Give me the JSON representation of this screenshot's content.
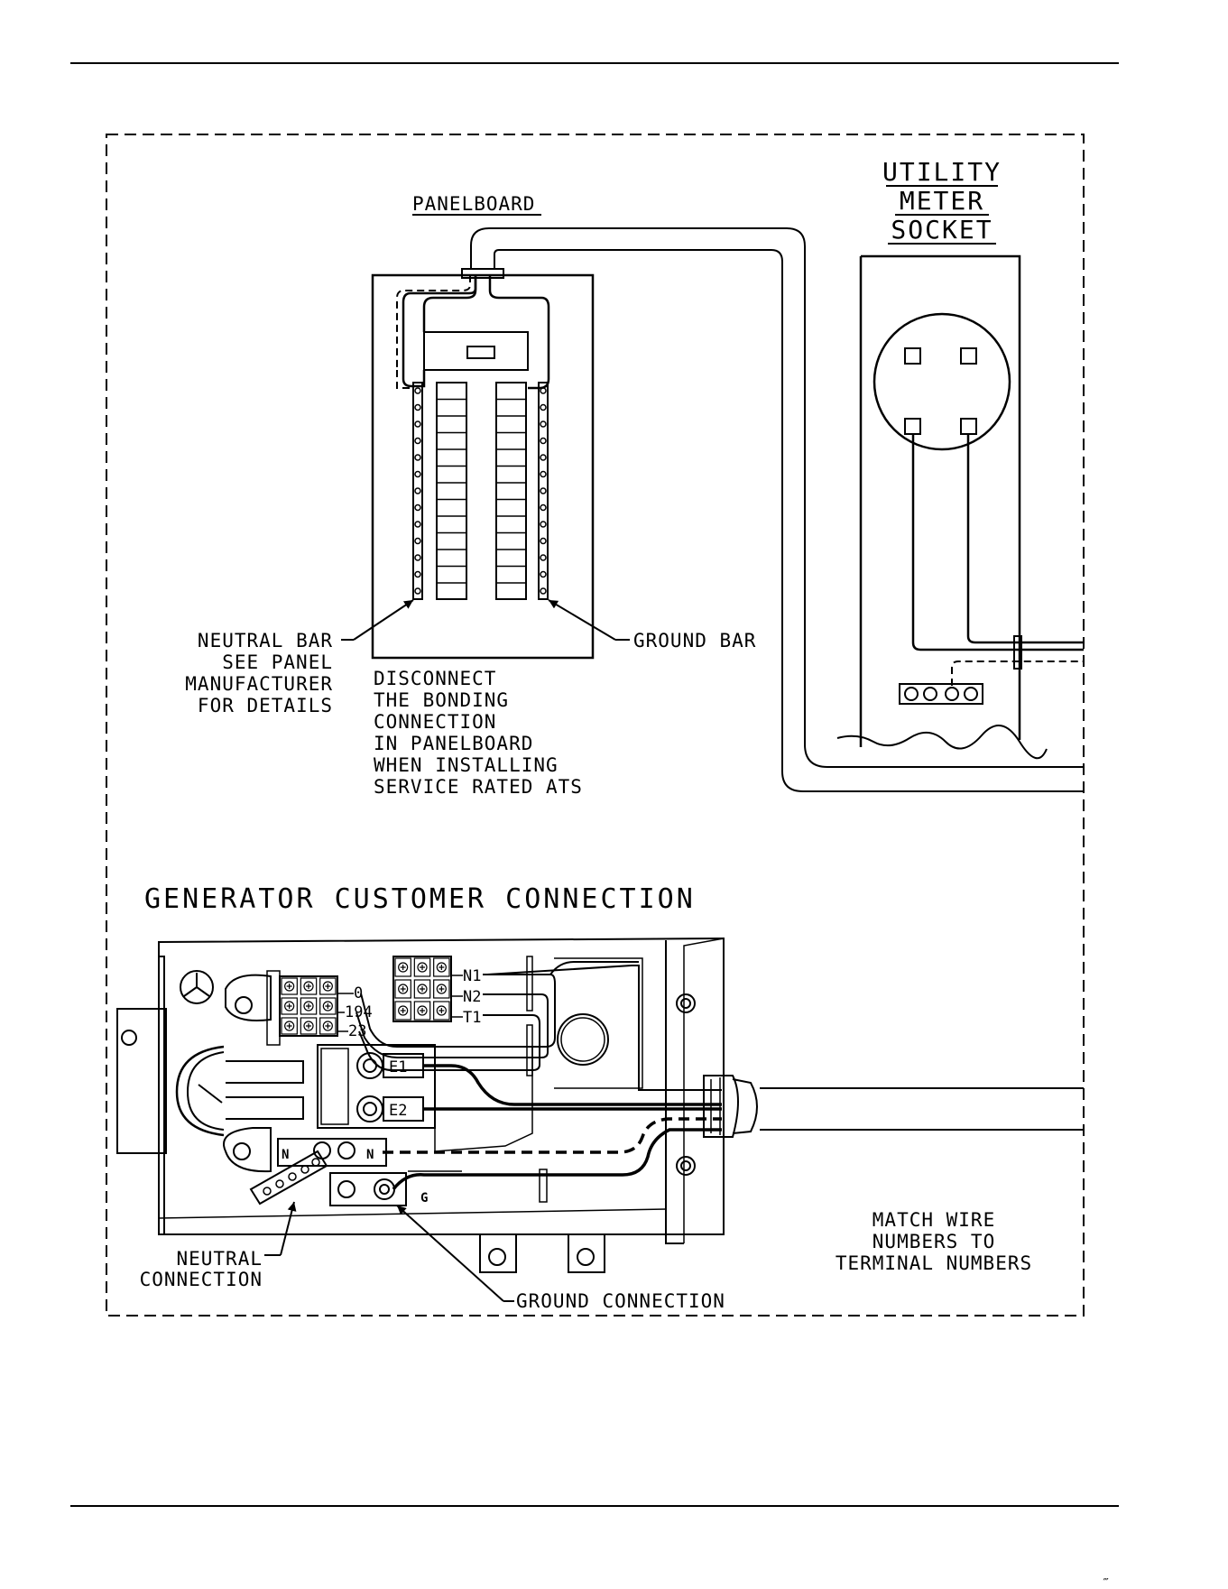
{
  "labels": {
    "panelboard": "PANELBOARD",
    "utility_meter_socket": [
      "UTILITY",
      "METER",
      "SOCKET"
    ],
    "neutral_bar": [
      "NEUTRAL BAR",
      "SEE PANEL",
      "MANUFACTURER",
      "FOR DETAILS"
    ],
    "ground_bar": "GROUND BAR",
    "disconnect_note": [
      "DISCONNECT",
      "THE BONDING",
      "CONNECTION",
      "IN PANELBOARD",
      "WHEN INSTALLING",
      "SERVICE RATED ATS"
    ],
    "generator_title": "GENERATOR CUSTOMER CONNECTION",
    "terminal_left": [
      "0",
      "194",
      "23"
    ],
    "terminal_right": [
      "N1",
      "N2",
      "T1"
    ],
    "lugs": [
      "E1",
      "E2"
    ],
    "neutral_marks": [
      "N",
      "N"
    ],
    "ground_mark": "G",
    "neutral_connection": [
      "NEUTRAL",
      "CONNECTION"
    ],
    "ground_connection": "GROUND CONNECTION",
    "match_note": [
      "MATCH WIRE",
      "NUMBERS TO",
      "TERMINAL NUMBERS"
    ],
    "corner_mark": "‴"
  }
}
